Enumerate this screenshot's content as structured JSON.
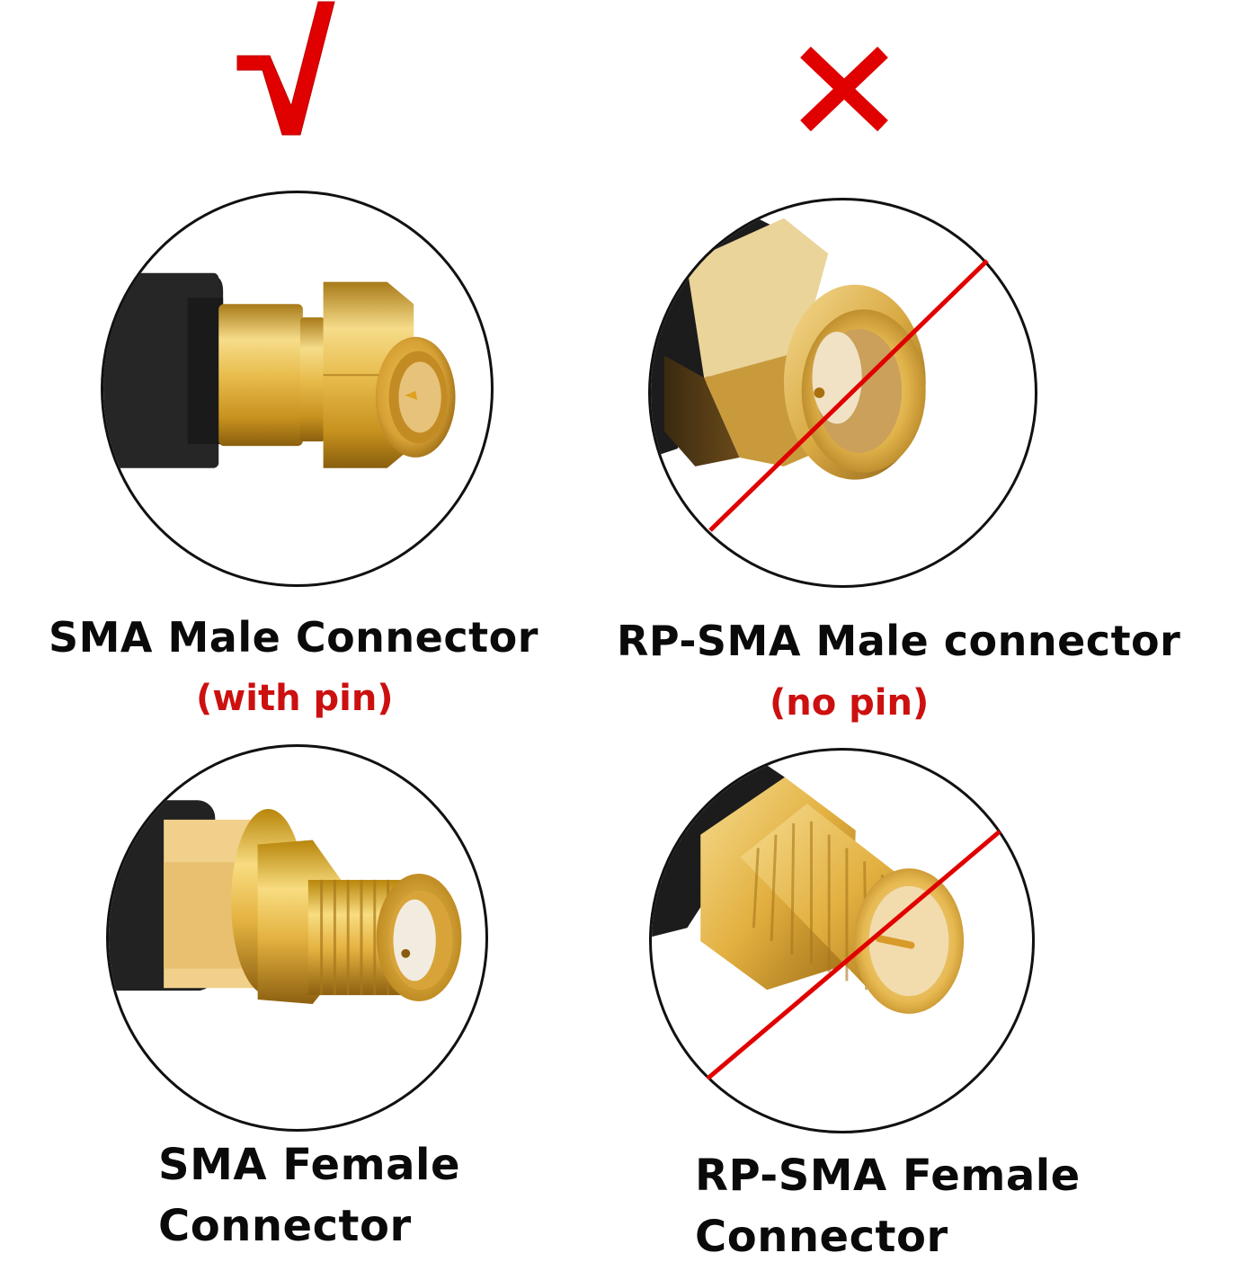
{
  "colors": {
    "accent_red": "#e00000",
    "subtitle_red": "#cc1010",
    "text": "#0a0a0a",
    "circle_border": "#111111",
    "gold": "#e0b44a",
    "cable": "#1e1e1e"
  },
  "columns": [
    {
      "status_icon": "check-mark-icon",
      "status": "correct",
      "panels": [
        {
          "title": "SMA Male Connector",
          "subtitle": "(with pin)",
          "image": "sma-male-connector-photo",
          "crossed_out": false
        },
        {
          "title_lines": [
            "SMA Female",
            "Connector"
          ],
          "image": "sma-female-connector-photo",
          "crossed_out": false
        }
      ]
    },
    {
      "status_icon": "cross-mark-icon",
      "status": "incorrect",
      "panels": [
        {
          "title": "RP-SMA Male connector",
          "subtitle": "(no pin)",
          "image": "rp-sma-male-connector-photo",
          "crossed_out": true
        },
        {
          "title_lines": [
            "RP-SMA Female",
            "Connector"
          ],
          "image": "rp-sma-female-connector-photo",
          "crossed_out": true
        }
      ]
    }
  ]
}
